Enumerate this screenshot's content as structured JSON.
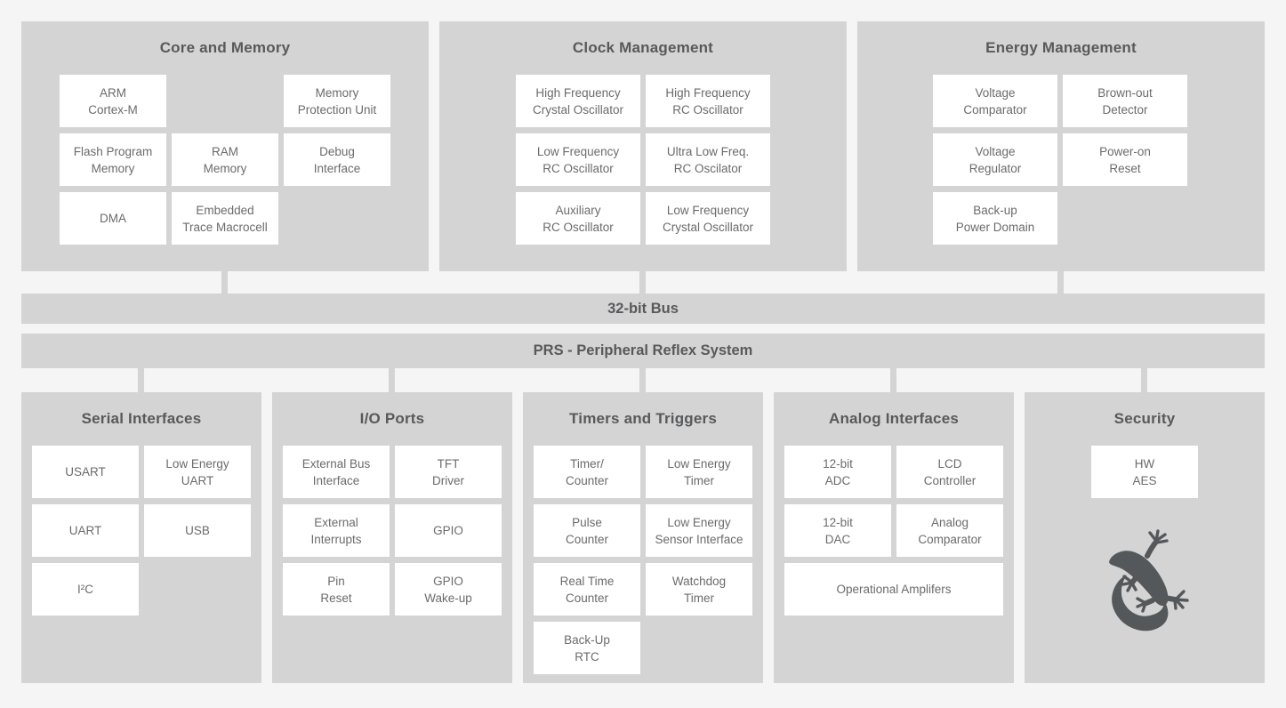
{
  "colors": {
    "page_bg": "#f5f5f5",
    "section_bg": "#d4d4d4",
    "cell_bg": "#ffffff",
    "title_text": "#58595b",
    "cell_text": "#6a6b6d",
    "gecko": "#54585a"
  },
  "top_sections": [
    {
      "title": "Core and Memory",
      "cells": [
        {
          "line1": "ARM",
          "line2": "Cortex-M"
        },
        {
          "line1": "Memory",
          "line2": "Protection Unit"
        },
        {
          "line1": "Flash Program",
          "line2": "Memory"
        },
        {
          "line1": "RAM",
          "line2": "Memory"
        },
        {
          "line1": "Debug",
          "line2": "Interface"
        },
        {
          "line1": "DMA"
        },
        {
          "line1": "Embedded",
          "line2": "Trace Macrocell"
        }
      ]
    },
    {
      "title": "Clock Management",
      "cells": [
        {
          "line1": "High Frequency",
          "line2": "Crystal Oscillator"
        },
        {
          "line1": "High Frequency",
          "line2": "RC Oscillator"
        },
        {
          "line1": "Low Frequency",
          "line2": "RC Oscillator"
        },
        {
          "line1": "Ultra Low Freq.",
          "line2": "RC Oscilator"
        },
        {
          "line1": "Auxiliary",
          "line2": "RC Oscillator"
        },
        {
          "line1": "Low Frequency",
          "line2": "Crystal Oscillator"
        }
      ]
    },
    {
      "title": "Energy Management",
      "cells": [
        {
          "line1": "Voltage",
          "line2": "Comparator"
        },
        {
          "line1": "Brown-out",
          "line2": "Detector"
        },
        {
          "line1": "Voltage",
          "line2": "Regulator"
        },
        {
          "line1": "Power-on",
          "line2": "Reset"
        },
        {
          "line1": "Back-up",
          "line2": "Power Domain"
        }
      ]
    }
  ],
  "buses": [
    {
      "label": "32-bit Bus"
    },
    {
      "label": "PRS - Peripheral Reflex System"
    }
  ],
  "bottom_sections": [
    {
      "title": "Serial Interfaces",
      "cells": [
        {
          "line1": "USART"
        },
        {
          "line1": "Low Energy",
          "line2": "UART"
        },
        {
          "line1": "UART"
        },
        {
          "line1": "USB"
        },
        {
          "line1": "I²C"
        }
      ]
    },
    {
      "title": "I/O Ports",
      "cells": [
        {
          "line1": "External Bus",
          "line2": "Interface"
        },
        {
          "line1": "TFT",
          "line2": "Driver"
        },
        {
          "line1": "External",
          "line2": "Interrupts"
        },
        {
          "line1": "GPIO"
        },
        {
          "line1": "Pin",
          "line2": "Reset"
        },
        {
          "line1": "GPIO",
          "line2": "Wake-up"
        }
      ]
    },
    {
      "title": "Timers and Triggers",
      "cells": [
        {
          "line1": "Timer/",
          "line2": "Counter"
        },
        {
          "line1": "Low Energy",
          "line2": "Timer"
        },
        {
          "line1": "Pulse",
          "line2": "Counter"
        },
        {
          "line1": "Low Energy",
          "line2": "Sensor Interface"
        },
        {
          "line1": "Real Time",
          "line2": "Counter"
        },
        {
          "line1": "Watchdog",
          "line2": "Timer"
        },
        {
          "line1": "Back-Up",
          "line2": "RTC"
        }
      ]
    },
    {
      "title": "Analog Interfaces",
      "cells": [
        {
          "line1": "12-bit",
          "line2": "ADC"
        },
        {
          "line1": "LCD",
          "line2": "Controller"
        },
        {
          "line1": "12-bit",
          "line2": "DAC"
        },
        {
          "line1": "Analog",
          "line2": "Comparator"
        },
        {
          "line1": "Operational Amplifers"
        }
      ]
    },
    {
      "title": "Security",
      "cells": [
        {
          "line1": "HW",
          "line2": "AES"
        }
      ],
      "icon": "gecko"
    }
  ]
}
